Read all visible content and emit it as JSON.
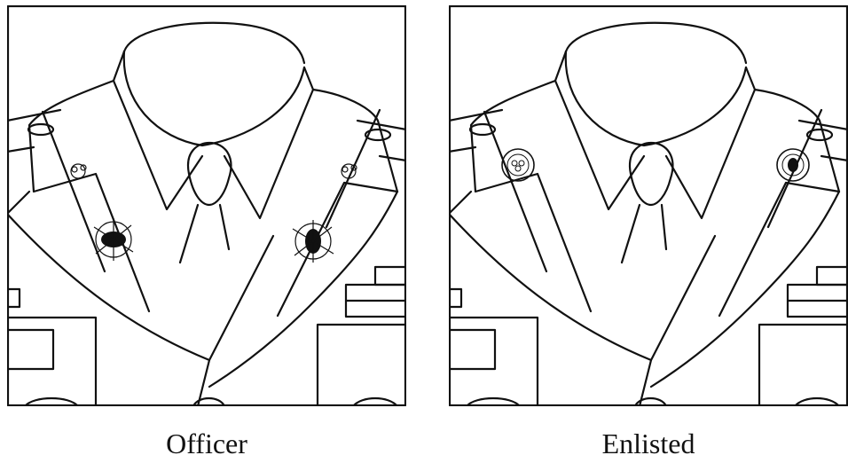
{
  "panels": [
    {
      "id": "officer",
      "caption": "Officer",
      "insignia": "collar-insignia-and-lapel-insignia"
    },
    {
      "id": "enlisted",
      "caption": "Enlisted",
      "insignia": "collar-disks"
    }
  ],
  "colors": {
    "line": "#111111",
    "background": "#ffffff"
  }
}
